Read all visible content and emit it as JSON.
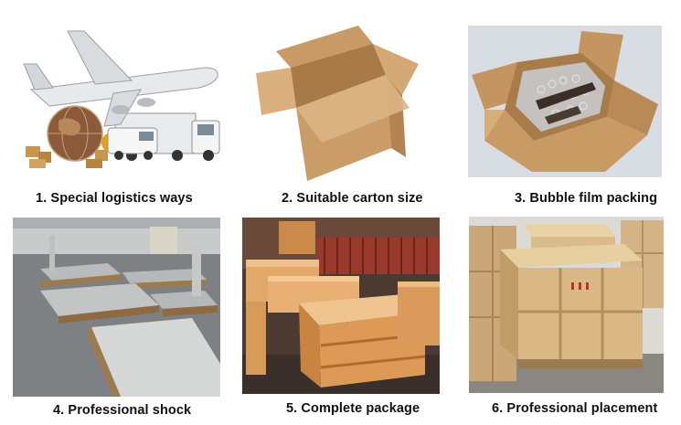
{
  "panels": [
    {
      "caption": "1. Special logistics ways",
      "image": "logistics-airplane-truck-globe"
    },
    {
      "caption": "2. Suitable carton size",
      "image": "open-cardboard-carton"
    },
    {
      "caption": "3. Bubble film packing",
      "image": "bubble-film-in-carton"
    },
    {
      "caption": "4. Professional shock",
      "image": "steel-sheets-on-pallets"
    },
    {
      "caption": "5. Complete package",
      "image": "wooden-crates-warehouse"
    },
    {
      "caption": "6. Professional placement",
      "image": "stacked-wooden-cases"
    }
  ]
}
